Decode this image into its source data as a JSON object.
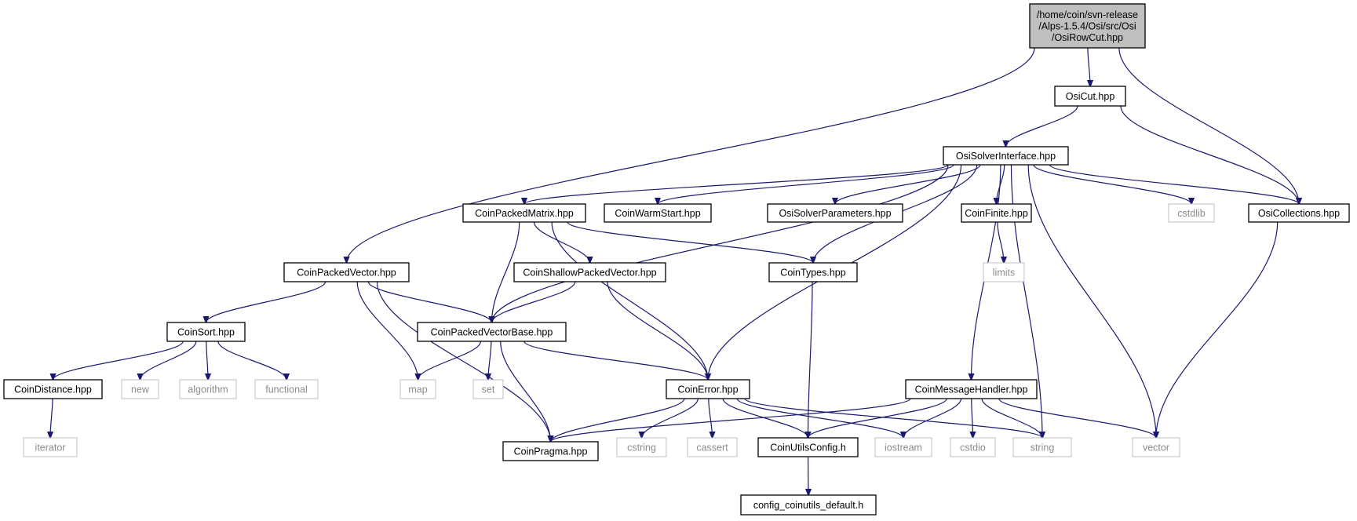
{
  "diagram": {
    "type": "include-dependency-graph",
    "colors": {
      "edge": "#191970",
      "node_border": "#000000",
      "external_border": "#bfbfbf",
      "root_fill": "#bfbfbf",
      "external_text": "#8c8c8c"
    },
    "nodes": [
      {
        "id": "root",
        "lines": [
          "/home/coin/svn-release",
          "/Alps-1.5.4/Osi/src/Osi",
          "/OsiRowCut.hpp"
        ],
        "kind": "root"
      },
      {
        "id": "osicut",
        "lines": [
          "OsiCut.hpp"
        ],
        "kind": "file"
      },
      {
        "id": "osisolver",
        "lines": [
          "OsiSolverInterface.hpp"
        ],
        "kind": "file"
      },
      {
        "id": "cpmatrix",
        "lines": [
          "CoinPackedMatrix.hpp"
        ],
        "kind": "file"
      },
      {
        "id": "warm",
        "lines": [
          "CoinWarmStart.hpp"
        ],
        "kind": "file"
      },
      {
        "id": "osiparams",
        "lines": [
          "OsiSolverParameters.hpp"
        ],
        "kind": "file"
      },
      {
        "id": "finite",
        "lines": [
          "CoinFinite.hpp"
        ],
        "kind": "file"
      },
      {
        "id": "cstdlib",
        "lines": [
          "cstdlib"
        ],
        "kind": "external"
      },
      {
        "id": "osicoll",
        "lines": [
          "OsiCollections.hpp"
        ],
        "kind": "file"
      },
      {
        "id": "cpvector",
        "lines": [
          "CoinPackedVector.hpp"
        ],
        "kind": "file"
      },
      {
        "id": "shallow",
        "lines": [
          "CoinShallowPackedVector.hpp"
        ],
        "kind": "file"
      },
      {
        "id": "types",
        "lines": [
          "CoinTypes.hpp"
        ],
        "kind": "file"
      },
      {
        "id": "limits",
        "lines": [
          "limits"
        ],
        "kind": "external"
      },
      {
        "id": "sort",
        "lines": [
          "CoinSort.hpp"
        ],
        "kind": "file"
      },
      {
        "id": "cpvbase",
        "lines": [
          "CoinPackedVectorBase.hpp"
        ],
        "kind": "file"
      },
      {
        "id": "distance",
        "lines": [
          "CoinDistance.hpp"
        ],
        "kind": "file"
      },
      {
        "id": "new",
        "lines": [
          "new"
        ],
        "kind": "external"
      },
      {
        "id": "algorithm",
        "lines": [
          "algorithm"
        ],
        "kind": "external"
      },
      {
        "id": "functional",
        "lines": [
          "functional"
        ],
        "kind": "external"
      },
      {
        "id": "map",
        "lines": [
          "map"
        ],
        "kind": "external"
      },
      {
        "id": "set",
        "lines": [
          "set"
        ],
        "kind": "external"
      },
      {
        "id": "error",
        "lines": [
          "CoinError.hpp"
        ],
        "kind": "file"
      },
      {
        "id": "msghandler",
        "lines": [
          "CoinMessageHandler.hpp"
        ],
        "kind": "file"
      },
      {
        "id": "iterator",
        "lines": [
          "iterator"
        ],
        "kind": "external"
      },
      {
        "id": "pragma",
        "lines": [
          "CoinPragma.hpp"
        ],
        "kind": "file"
      },
      {
        "id": "cstring",
        "lines": [
          "cstring"
        ],
        "kind": "external"
      },
      {
        "id": "cassert",
        "lines": [
          "cassert"
        ],
        "kind": "external"
      },
      {
        "id": "utilsconfig",
        "lines": [
          "CoinUtilsConfig.h"
        ],
        "kind": "file"
      },
      {
        "id": "iostream",
        "lines": [
          "iostream"
        ],
        "kind": "external"
      },
      {
        "id": "cstdio",
        "lines": [
          "cstdio"
        ],
        "kind": "external"
      },
      {
        "id": "string",
        "lines": [
          "string"
        ],
        "kind": "external"
      },
      {
        "id": "vector",
        "lines": [
          "vector"
        ],
        "kind": "external"
      },
      {
        "id": "configdefault",
        "lines": [
          "config_coinutils_default.h"
        ],
        "kind": "file"
      }
    ],
    "edges": [
      [
        "root",
        "osicut"
      ],
      [
        "root",
        "osicoll"
      ],
      [
        "root",
        "cpvector"
      ],
      [
        "osicut",
        "osisolver"
      ],
      [
        "osicut",
        "osicoll"
      ],
      [
        "osisolver",
        "cpmatrix"
      ],
      [
        "osisolver",
        "warm"
      ],
      [
        "osisolver",
        "osiparams"
      ],
      [
        "osisolver",
        "finite"
      ],
      [
        "osisolver",
        "cstdlib"
      ],
      [
        "osisolver",
        "osicoll"
      ],
      [
        "osisolver",
        "types"
      ],
      [
        "osisolver",
        "cpvbase"
      ],
      [
        "osisolver",
        "error"
      ],
      [
        "osisolver",
        "msghandler"
      ],
      [
        "osisolver",
        "string"
      ],
      [
        "osisolver",
        "vector"
      ],
      [
        "finite",
        "limits"
      ],
      [
        "osicoll",
        "vector"
      ],
      [
        "cpmatrix",
        "shallow"
      ],
      [
        "cpmatrix",
        "types"
      ],
      [
        "cpmatrix",
        "cpvbase"
      ],
      [
        "cpmatrix",
        "error"
      ],
      [
        "cpvector",
        "sort"
      ],
      [
        "cpvector",
        "cpvbase"
      ],
      [
        "cpvector",
        "map"
      ],
      [
        "cpvector",
        "pragma"
      ],
      [
        "shallow",
        "cpvbase"
      ],
      [
        "shallow",
        "error"
      ],
      [
        "types",
        "utilsconfig"
      ],
      [
        "sort",
        "distance"
      ],
      [
        "sort",
        "new"
      ],
      [
        "sort",
        "algorithm"
      ],
      [
        "sort",
        "functional"
      ],
      [
        "cpvbase",
        "map"
      ],
      [
        "cpvbase",
        "set"
      ],
      [
        "cpvbase",
        "error"
      ],
      [
        "cpvbase",
        "pragma"
      ],
      [
        "distance",
        "iterator"
      ],
      [
        "error",
        "pragma"
      ],
      [
        "error",
        "cstring"
      ],
      [
        "error",
        "cassert"
      ],
      [
        "error",
        "utilsconfig"
      ],
      [
        "error",
        "iostream"
      ],
      [
        "error",
        "string"
      ],
      [
        "msghandler",
        "pragma"
      ],
      [
        "msghandler",
        "utilsconfig"
      ],
      [
        "msghandler",
        "iostream"
      ],
      [
        "msghandler",
        "cstdio"
      ],
      [
        "msghandler",
        "string"
      ],
      [
        "msghandler",
        "vector"
      ],
      [
        "utilsconfig",
        "configdefault"
      ]
    ]
  }
}
